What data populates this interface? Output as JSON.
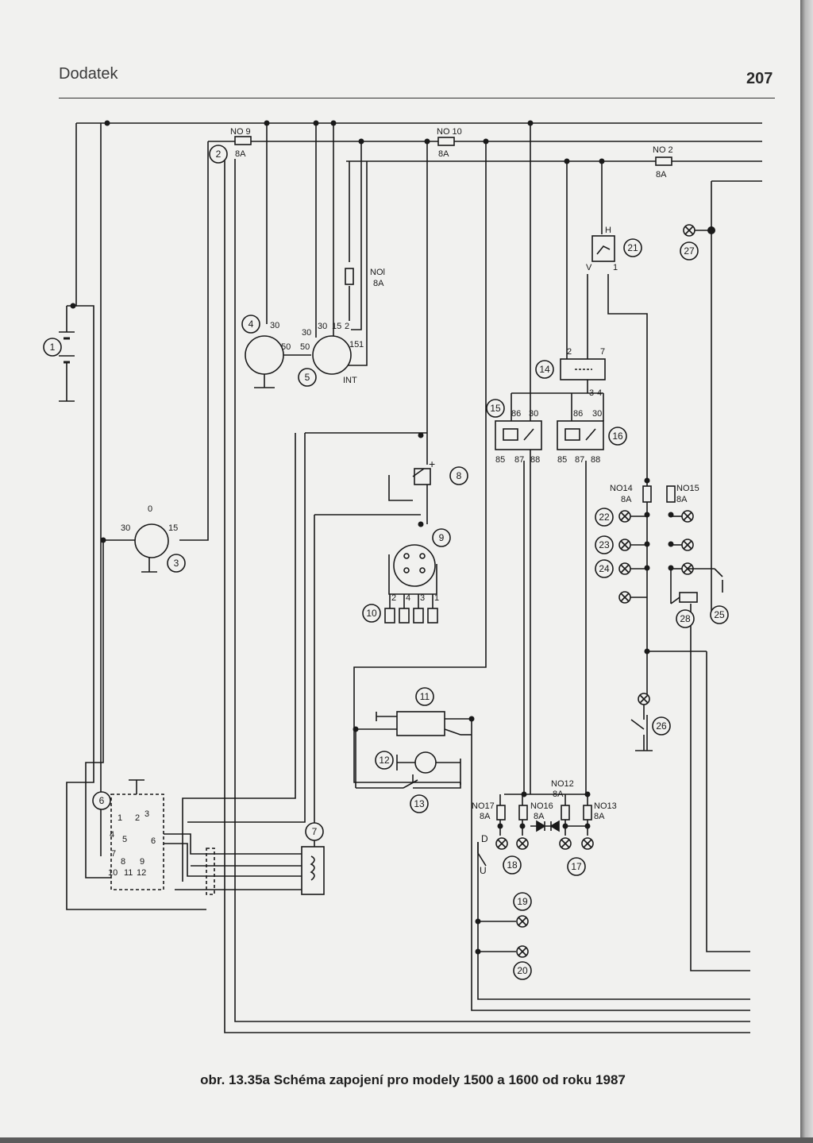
{
  "header": {
    "section": "Dodatek",
    "page_number": "207"
  },
  "caption": "obr. 13.35a Schéma zapojení pro modely 1500 a 1600 od roku 1987",
  "fuses": [
    {
      "id": "no9",
      "name": "NO 9",
      "rating": "8A"
    },
    {
      "id": "no10",
      "name": "NO 10",
      "rating": "8A"
    },
    {
      "id": "no2",
      "name": "NO 2",
      "rating": "8A"
    },
    {
      "id": "no1",
      "name": "NOl",
      "rating": "8A"
    },
    {
      "id": "no14",
      "name": "NO14",
      "rating": "8A"
    },
    {
      "id": "no15",
      "name": "NO15",
      "rating": "8A"
    },
    {
      "id": "no12",
      "name": "NO12",
      "rating": "8A"
    },
    {
      "id": "no17",
      "name": "NO17",
      "rating": "8A"
    },
    {
      "id": "no16",
      "name": "NO16",
      "rating": "8A"
    },
    {
      "id": "no13",
      "name": "NO13",
      "rating": "8A"
    }
  ],
  "components": [
    "1",
    "2",
    "3",
    "4",
    "5",
    "6",
    "7",
    "8",
    "9",
    "10",
    "11",
    "12",
    "13",
    "14",
    "15",
    "16",
    "17",
    "18",
    "19",
    "20",
    "21",
    "22",
    "23",
    "24",
    "25",
    "26",
    "27",
    "28"
  ],
  "terminal_labels": {
    "t4_30": "30",
    "t4_50": "50",
    "t5_30a": "30",
    "t5_50": "50",
    "t5_30b": "30",
    "t5_15": "15",
    "t5_2": "2",
    "t5_151": "15",
    "t5_1": "1",
    "t5_int": "INT",
    "t3_0": "0",
    "t3_30": "30",
    "t3_15": "15",
    "t21_h": "H",
    "t21_v": "V",
    "t21_1": "1",
    "t14_2": "2",
    "t14_7": "7",
    "t14_3": "3",
    "t14_4": "4",
    "t15_86": "86",
    "t15_30": "30",
    "t15_85": "85",
    "t15_87": "87",
    "t15_88": "88",
    "t16_86": "86",
    "t16_30": "30",
    "t16_85": "85",
    "t16_87": "87",
    "t16_88": "88",
    "t8_plus": "+",
    "t10_2": "2",
    "t10_4": "4",
    "t10_3": "3",
    "t10_1": "1",
    "t6_1": "1",
    "t6_2": "2",
    "t6_3": "3",
    "t6_4": "4",
    "t6_5": "5",
    "t6_6": "6",
    "t6_7": "7",
    "t6_8": "8",
    "t6_9": "9",
    "t6_10": "10",
    "t6_11": "11",
    "t6_12": "12",
    "tD": "D",
    "tU": "U"
  }
}
